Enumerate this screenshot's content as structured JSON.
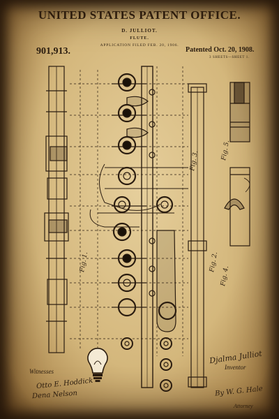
{
  "header": {
    "title": "UNITED STATES PATENT OFFICE.",
    "inventor": "D. JULLIOT.",
    "subject": "FLUTE.",
    "filed": "APPLICATION FILED FEB. 20, 1906.",
    "patent_number": "901,913.",
    "patented": "Patented Oct. 20, 1908.",
    "sheets": "3 SHEETS—SHEET 1."
  },
  "figures": {
    "fig1": "Fig. 1.",
    "fig2": "Fig. 2.",
    "fig3": "Fig. 3.",
    "fig4": "Fig. 4.",
    "fig5": "Fig. 5."
  },
  "footer": {
    "witnesses_label": "Witnesses",
    "witness_1": "Otto E. Hoddick",
    "witness_2": "Dena Nelson",
    "inventor_signature": "Djalma Julliot",
    "inventor_label": "Inventor",
    "attorney_signature": "By W. G. Hale",
    "attorney_label": "Attorney"
  },
  "colors": {
    "paper": "#d9bd85",
    "ink": "#2b1d10",
    "burn": "#24160a"
  },
  "icons": {
    "watermark": "lightbulb-icon"
  }
}
